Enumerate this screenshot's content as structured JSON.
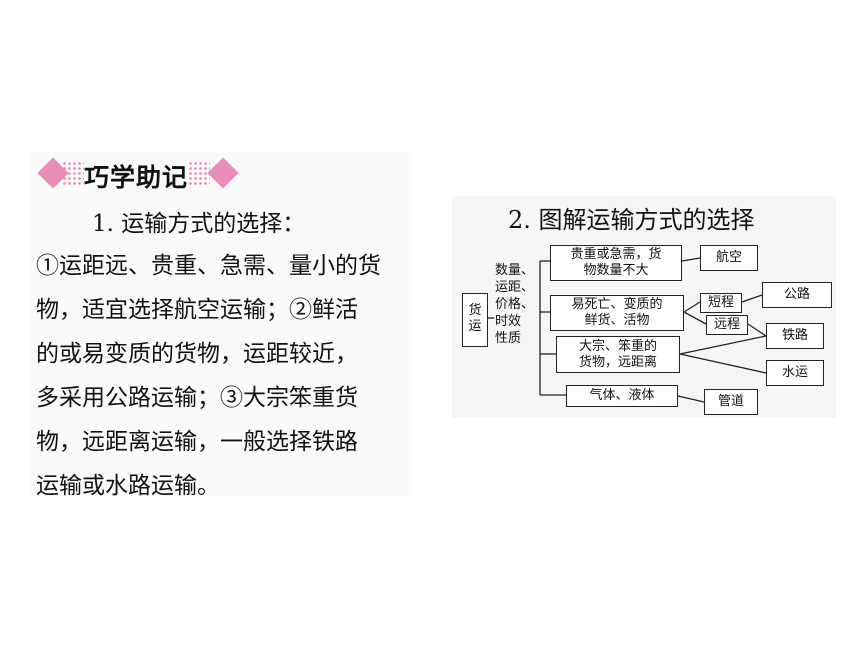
{
  "tip": {
    "title": "巧学助记"
  },
  "left": {
    "heading": "1. 运输方式的选择：",
    "lines": [
      "①运距远、贵重、急需、量小的货",
      "物，适宜选择航空运输；②鲜活",
      "的或易变质的货物，运距较近，",
      "多采用公路运输；③大宗笨重货",
      "物，远距离运输，一般选择铁路",
      "运输或水路运输。"
    ]
  },
  "diagram": {
    "title": "2. 图解运输方式的选择",
    "root": [
      "货",
      "运"
    ],
    "factors": [
      "数量、",
      "运距、",
      "价格、",
      "时效",
      "性质"
    ],
    "cargo": {
      "c1": [
        "贵重或急需，货",
        "物数量不大"
      ],
      "c2": [
        "易死亡、变质的",
        "鲜货、活物"
      ],
      "c3": [
        "大宗、笨重的",
        "货物，远距离"
      ],
      "c4": [
        "气体、液体"
      ]
    },
    "distance": {
      "short": "短程",
      "long": "远程"
    },
    "modes": {
      "air": "航空",
      "road": "公路",
      "rail": "铁路",
      "water": "水运",
      "pipe": "管道"
    }
  }
}
